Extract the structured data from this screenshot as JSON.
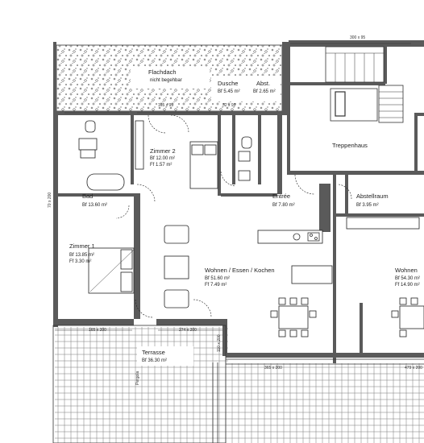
{
  "rooms": {
    "flachdach": {
      "name": "Flachdach",
      "note": "nicht begehbar"
    },
    "dusche": {
      "name": "Dusche",
      "area": "Bf  5.45 m²"
    },
    "abst": {
      "name": "Abst.",
      "area": "Bf  2.65 m²"
    },
    "zimmer2": {
      "name": "Zimmer 2",
      "bf": "Bf  12.00 m²",
      "ff": "Ff    1.57 m²"
    },
    "treppenhaus": {
      "name": "Treppenhaus"
    },
    "bad": {
      "name": "Bad",
      "area": "Bf  13.60 m²"
    },
    "entree": {
      "name": "Entrée",
      "area": "Bf  7.80 m²"
    },
    "abstellraum": {
      "name": "Abstellraum",
      "area": "Bf  3.95 m²"
    },
    "zimmer1": {
      "name": "Zimmer 1",
      "bf": "Bf  13.85 m²",
      "ff": "Ff    3.30 m²"
    },
    "wohnen": {
      "name": "Wohnen / Essen / Kochen",
      "bf": "Bf   51.60 m²",
      "ff": "Ff     7.49 m²"
    },
    "wohnen2": {
      "name": "Wohnen",
      "bf": "Bf  54.30 m²",
      "ff": "Ff  14.90 m²"
    },
    "terrasse": {
      "name": "Terrasse",
      "area": "Bf  36.30 m²"
    }
  },
  "dimensions": {
    "d300x95": "300 x 95",
    "d165x95": "165 x 95",
    "d52x95": "52 x 95",
    "d70x200": "70 x 200",
    "d165x200": "165 x 200",
    "d274x200": "274 x 200",
    "d110x200": "110 x 200",
    "d365x200": "365 x 200",
    "d479x200": "479 x 200",
    "pergola": "Pergola"
  }
}
